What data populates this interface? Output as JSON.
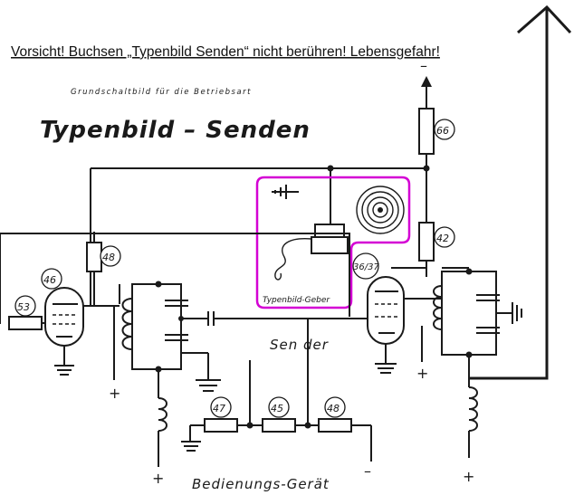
{
  "warning": "Vorsicht! Buchsen „Typenbild Senden“ nicht berühren! Lebensgefahr!",
  "subtitle": "Grundschaltbild für die Betriebsart",
  "title": "Typenbild – Senden",
  "labels": {
    "sender": "Sen der",
    "typenbild_geber": "Typenbild-Geber",
    "bedienungs_geraet": "Bedienungs-Gerät"
  },
  "components": {
    "r66": "66",
    "r42": "42",
    "r48_top": "48",
    "tube46": "46",
    "r53": "53",
    "tube36_37": "36/37",
    "r47": "47",
    "r45": "45",
    "r48_bottom": "48"
  },
  "terminals": {
    "plus": "+",
    "minus": "–"
  },
  "colors": {
    "ink": "#1a1a1a",
    "highlight": "#d400d4",
    "background": "#ffffff"
  }
}
